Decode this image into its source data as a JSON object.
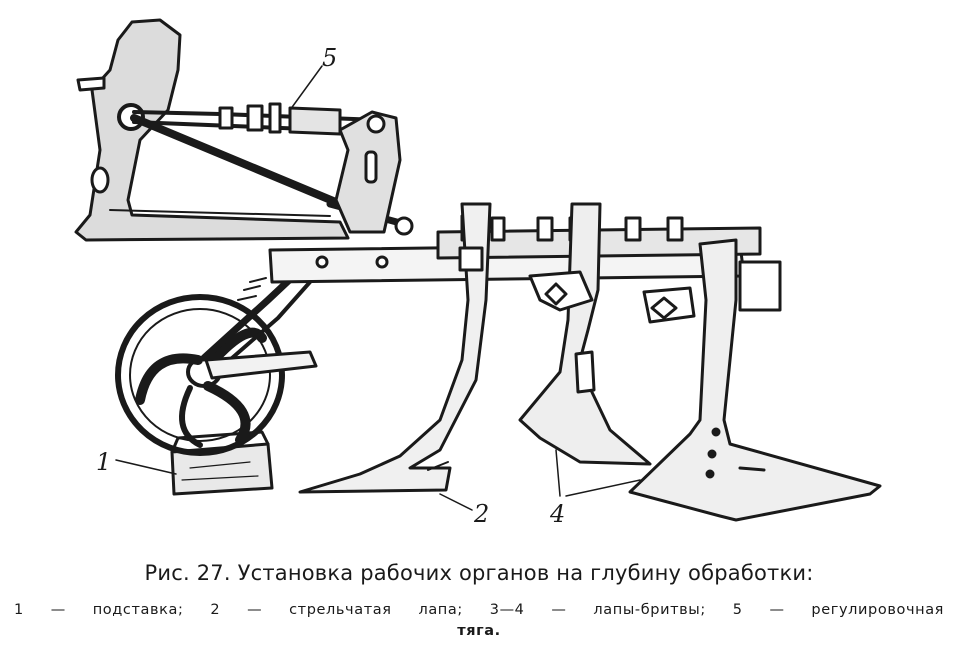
{
  "figure": {
    "callouts": [
      {
        "id": "1",
        "label": "1"
      },
      {
        "id": "2",
        "label": "2"
      },
      {
        "id": "4",
        "label": "4"
      },
      {
        "id": "5",
        "label": "5"
      }
    ]
  },
  "caption": {
    "title": "Рис. 27. Установка рабочих органов на глубину обработки:",
    "legend_line1": "1 — подставка; 2 — стрельчатая лапа; 3—4 — лапы-бритвы; 5 — регулировочная",
    "legend_line2": "тяга."
  },
  "colors": {
    "ink": "#1a1a1a",
    "background": "#ffffff"
  }
}
